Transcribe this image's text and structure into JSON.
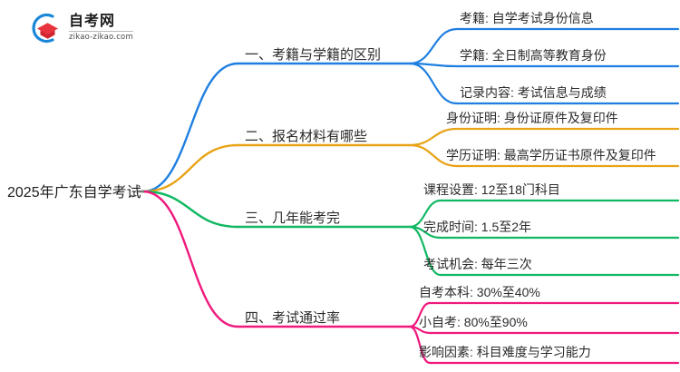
{
  "logo": {
    "name": "自考网",
    "domain": "zikao-zikao.com",
    "mark_icon": "graduation-cap-icon",
    "arc_color": "#1a86d8",
    "cap_color": "#e8323c"
  },
  "mindmap": {
    "root": {
      "label": "2025年广东自学考试"
    },
    "branches": [
      {
        "index": "1",
        "label": "一、考籍与学籍的区别",
        "color": "#1f7fe0",
        "children": [
          {
            "label": "考籍: 自学考试身份信息"
          },
          {
            "label": "学籍: 全日制高等教育身份"
          },
          {
            "label": "记录内容: 考试信息与成绩"
          }
        ]
      },
      {
        "index": "2",
        "label": "二、报名材料有哪些",
        "color": "#e8a317",
        "children": [
          {
            "label": "身份证明: 身份证原件及复印件"
          },
          {
            "label": "学历证明: 最高学历证书原件及复印件"
          }
        ]
      },
      {
        "index": "3",
        "label": "三、几年能考完",
        "color": "#10b862",
        "children": [
          {
            "label": "课程设置: 12至18门科目"
          },
          {
            "label": "完成时间: 1.5至2年"
          },
          {
            "label": "考试机会: 每年三次"
          }
        ]
      },
      {
        "index": "4",
        "label": "四、考试通过率",
        "color": "#f0187d",
        "children": [
          {
            "label": "自考本科: 30%至40%"
          },
          {
            "label": "小自考: 80%至90%"
          },
          {
            "label": "影响因素: 科目难度与学习能力"
          }
        ]
      }
    ]
  }
}
